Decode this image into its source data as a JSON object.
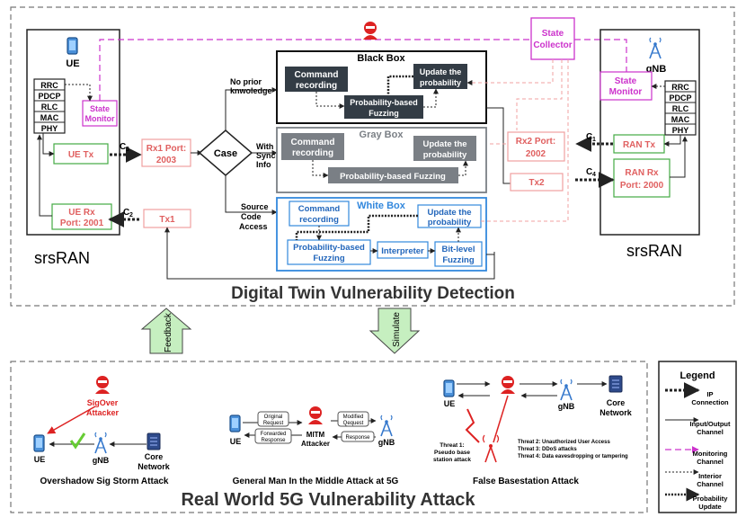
{
  "top": {
    "title": "Digital Twin Vulnerability Detection",
    "ue_label": "UE",
    "gnb_label": "gNB",
    "srsran_left": "srsRAN",
    "srsran_right": "srsRAN",
    "stack_left": [
      "RRC",
      "PDCP",
      "RLC",
      "MAC",
      "PHY"
    ],
    "stack_right": [
      "RRC",
      "PDCP",
      "RLC",
      "MAC",
      "PHY"
    ],
    "state_monitor": [
      "State",
      "Monitor"
    ],
    "state_collector": [
      "State",
      "Collector"
    ],
    "ue_tx": "UE Tx",
    "ue_rx": [
      "UE Rx",
      "Port: 2001"
    ],
    "ran_tx": "RAN Tx",
    "ran_rx": [
      "RAN Rx",
      "Port: 2000"
    ],
    "rx1": [
      "Rx1 Port:",
      "2003"
    ],
    "rx2": [
      "Rx2  Port:",
      "2002"
    ],
    "tx1": "Tx1",
    "tx2": "Tx2",
    "case": "Case",
    "c1": "C",
    "c2": "C",
    "c3": "C",
    "c4": "C",
    "sub1": "1",
    "sub2": "2",
    "sub3": "3",
    "sub4": "4",
    "branch_no_prior": [
      "No prior",
      "knwoledge"
    ],
    "branch_sync": [
      "With",
      "Sync",
      "Info"
    ],
    "branch_source": [
      "Source",
      "Code",
      "Access"
    ],
    "black_box": {
      "title": "Black Box",
      "cmd": [
        "Command",
        "recording"
      ],
      "update": [
        "Update the",
        "probability"
      ],
      "fuzz": [
        "Probability-based",
        "Fuzzing"
      ]
    },
    "gray_box": {
      "title": "Gray Box",
      "cmd": [
        "Command",
        "recording"
      ],
      "update": [
        "Update the",
        "probability"
      ],
      "fuzz": "Probability-based Fuzzing"
    },
    "white_box": {
      "title": "White Box",
      "cmd": [
        "Command",
        "recording"
      ],
      "update": [
        "Update the",
        "probability"
      ],
      "fuzz": [
        "Probability-based",
        "Fuzzing"
      ],
      "interpreter": "Interpreter",
      "bitlevel": [
        "Bit-level",
        "Fuzzing"
      ]
    }
  },
  "arrows": {
    "feedback": "Feedback",
    "simulate": "Simulate"
  },
  "bottom": {
    "title": "Real World 5G Vulnerability Attack",
    "overshadow": {
      "attacker": [
        "SigOver",
        "Attacker"
      ],
      "ue": "UE",
      "gnb": "gNB",
      "core": [
        "Core",
        "Network"
      ],
      "caption": "Overshadow Sig Storm Attack"
    },
    "mitm": {
      "ue": "UE",
      "gnb": "gNB",
      "attacker": [
        "MITM",
        "Attacker"
      ],
      "original": [
        "Original",
        "Request"
      ],
      "forwarded": [
        "Forwarded",
        "Response"
      ],
      "modified": [
        "Modified",
        "Qequest"
      ],
      "response": "Response",
      "caption": "General Man In the Middle Attack at 5G"
    },
    "fbs": {
      "ue": "UE",
      "gnb": "gNB",
      "core": [
        "Core",
        "Network"
      ],
      "threat1": [
        "Threat 1:",
        "Pseudo base",
        "station  attack"
      ],
      "threats": [
        "Threat 2: Unauthorized User Access",
        "Threat 3: DDoS attacks",
        "Threat 4: Data  eavesdropping or tampering"
      ],
      "caption": "False Basestation Attack"
    }
  },
  "legend": {
    "title": "Legend",
    "items": [
      [
        "IP",
        "Connection"
      ],
      [
        "Input/Output",
        "Channel"
      ],
      [
        "Monitoring",
        "Channel"
      ],
      [
        "Interior",
        "Channel"
      ],
      [
        "Probability",
        "Update"
      ]
    ]
  },
  "colors": {
    "magenta": "#cc33cc",
    "pink": "#f0a0a0",
    "green": "#44aa44",
    "blue": "#3388dd",
    "dark": "#333c45",
    "gray": "#7a7f85",
    "red": "#dd2222"
  }
}
